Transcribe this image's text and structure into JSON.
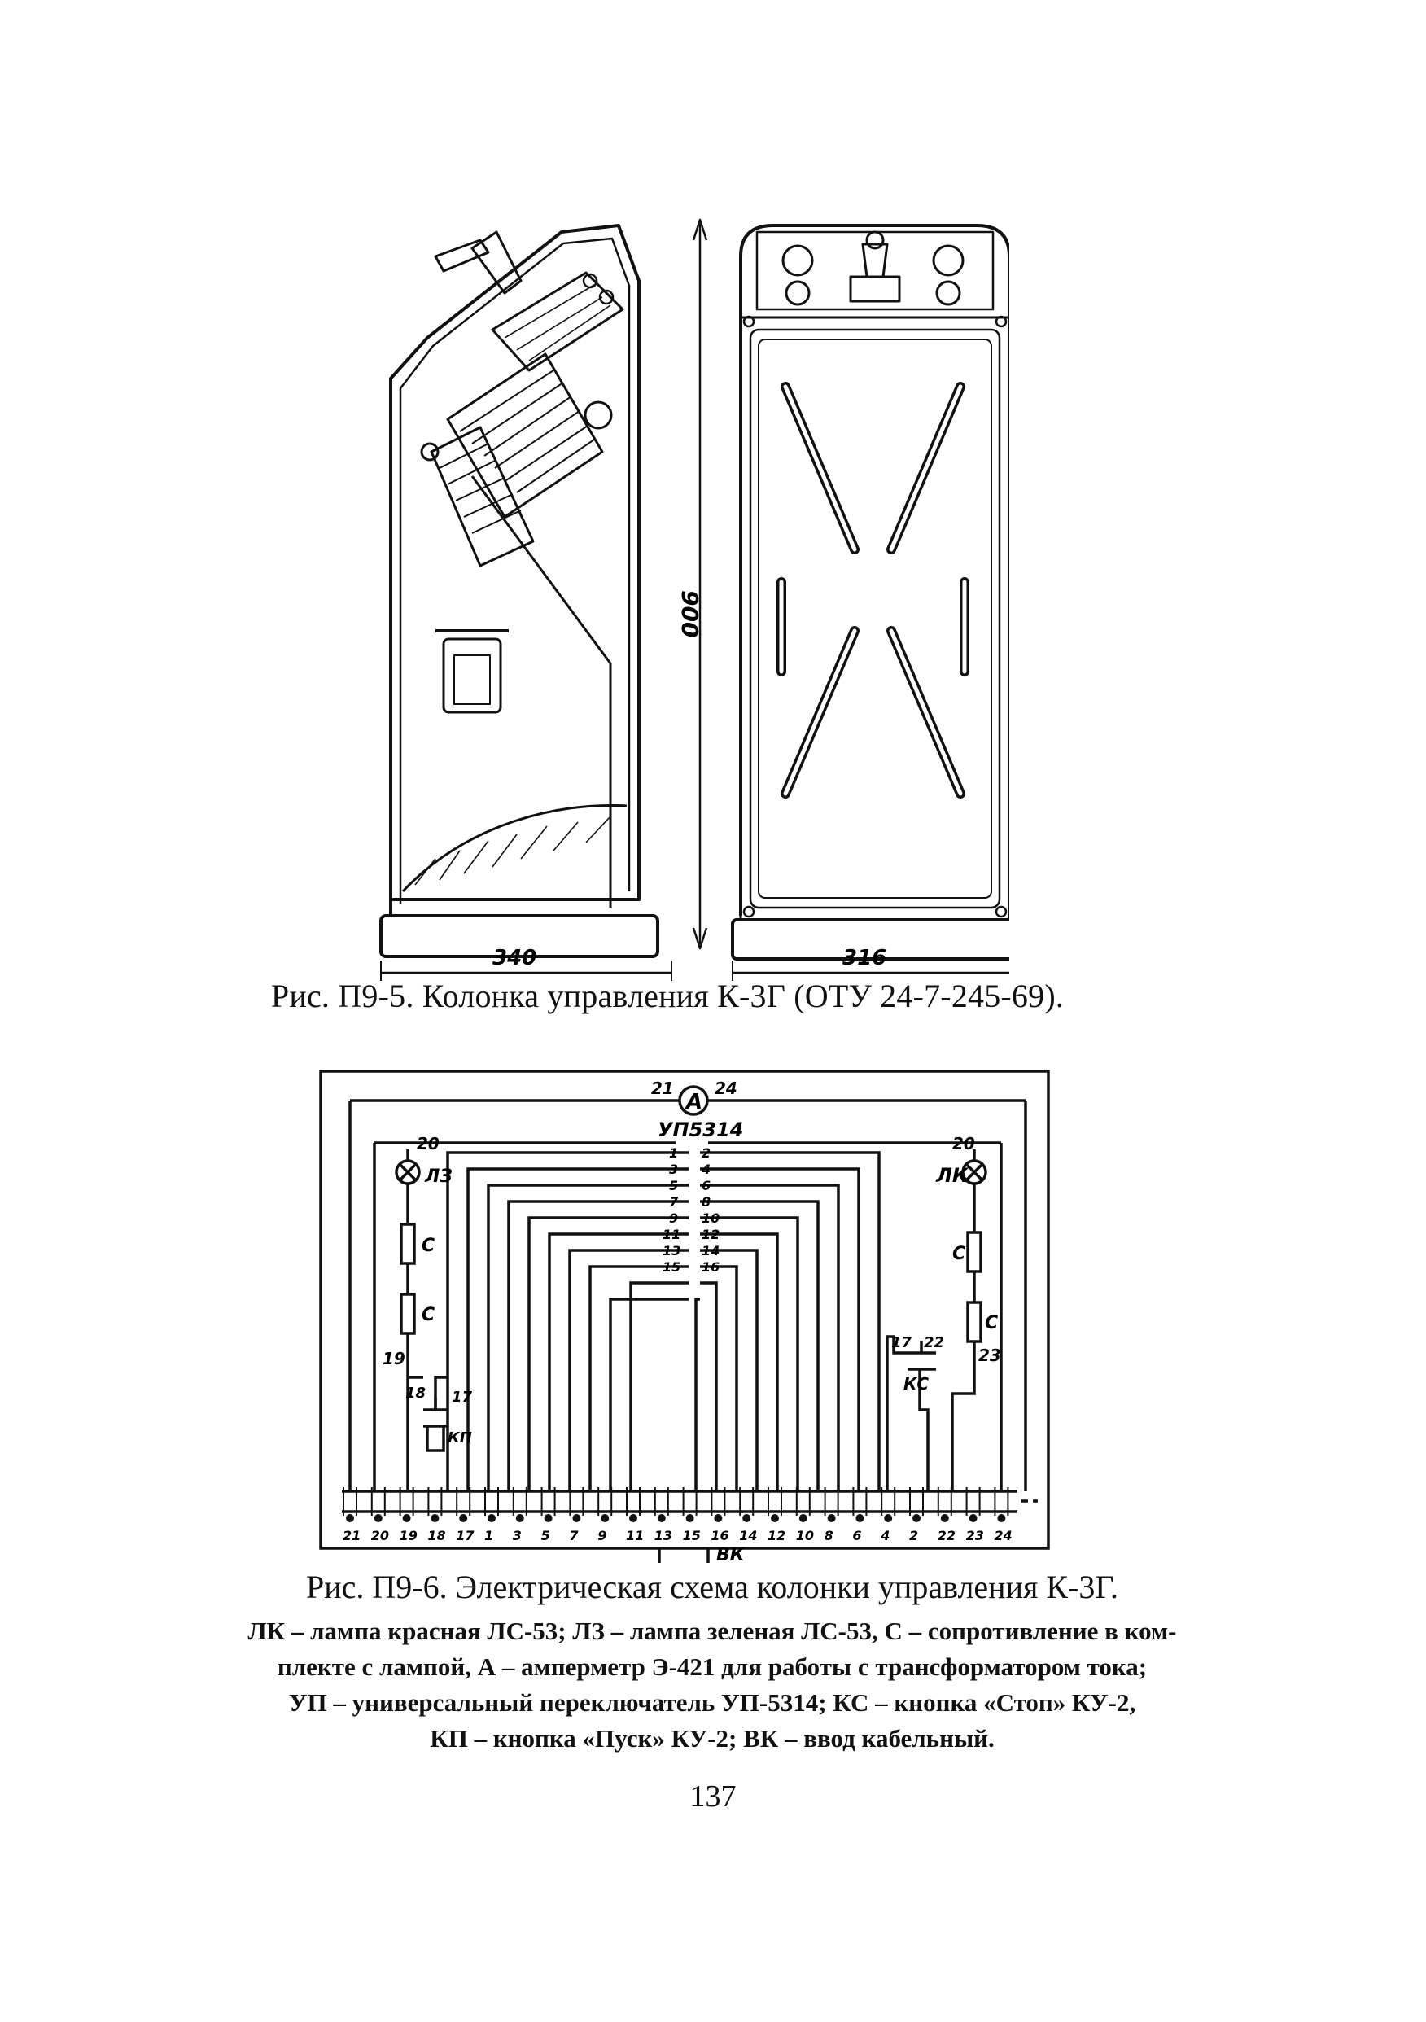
{
  "figure1": {
    "dim_height": "900",
    "dim_width_side": "340",
    "dim_width_front": "316",
    "caption": "Рис. П9-5. Колонка управления К-3Г (ОТУ 24-7-245-69)."
  },
  "figure2": {
    "ammeter_letter": "A",
    "ammeter_left_terminal": "21",
    "ammeter_right_terminal": "24",
    "switch_name": "УП5314",
    "left_lamp_terminal": "20",
    "left_lamp_label": "ЛЗ",
    "right_lamp_terminal": "20",
    "right_lamp_label": "ЛК",
    "resistor_label": "С",
    "left_lower_terminal": "19",
    "start_button_label": "КП",
    "start_button_terminals": [
      "18",
      "17"
    ],
    "stop_button_label": "КС",
    "stop_button_terminals": [
      "17",
      "22"
    ],
    "right_lower_terminal": "23",
    "switch_contacts_left": [
      "1",
      "3",
      "5",
      "7",
      "9",
      "11",
      "13",
      "15"
    ],
    "switch_contacts_right": [
      "2",
      "4",
      "6",
      "8",
      "10",
      "12",
      "14",
      "16"
    ],
    "terminal_numbers": [
      "21",
      "20",
      "19",
      "18",
      "17",
      "1",
      "3",
      "5",
      "7",
      "9",
      "11",
      "13",
      "15",
      "16",
      "14",
      "12",
      "10",
      "8",
      "6",
      "4",
      "2",
      "22",
      "23",
      "24"
    ],
    "cable_entry_label": "ВК",
    "caption": "Рис. П9-6. Электрическая схема колонки управления К-3Г.",
    "legend_lines": [
      "ЛК – лампа красная ЛС-53; ЛЗ – лампа зеленая ЛС-53, С – сопротивление в ком-",
      "плекте с лампой, А – амперметр Э-421 для работы с трансформатором тока;",
      "УП – универсальный переключатель УП-5314; КС – кнопка «Стоп» КУ-2,",
      "КП – кнопка «Пуск» КУ-2; ВК – ввод кабельный."
    ]
  },
  "page_number": "137"
}
